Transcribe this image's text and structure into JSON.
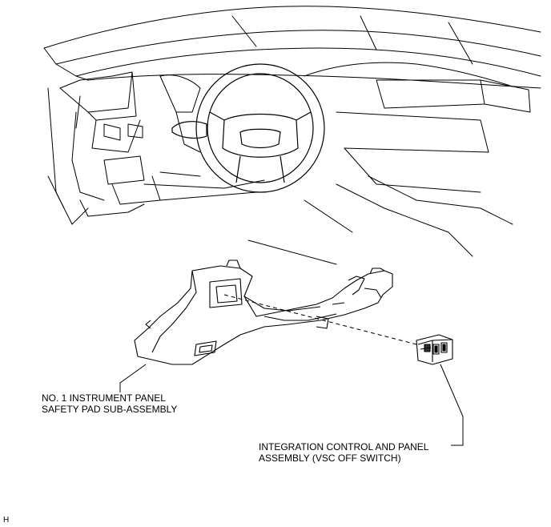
{
  "labels": {
    "safety_pad": {
      "line1": "NO. 1 INSTRUMENT PANEL",
      "line2": "SAFETY PAD SUB-ASSEMBLY"
    },
    "vsc_switch": {
      "line1": "INTEGRATION CONTROL AND PANEL",
      "line2": "ASSEMBLY (VSC OFF SWITCH)"
    },
    "figure_code": "H"
  },
  "colors": {
    "line": "#000000",
    "background": "#ffffff"
  }
}
